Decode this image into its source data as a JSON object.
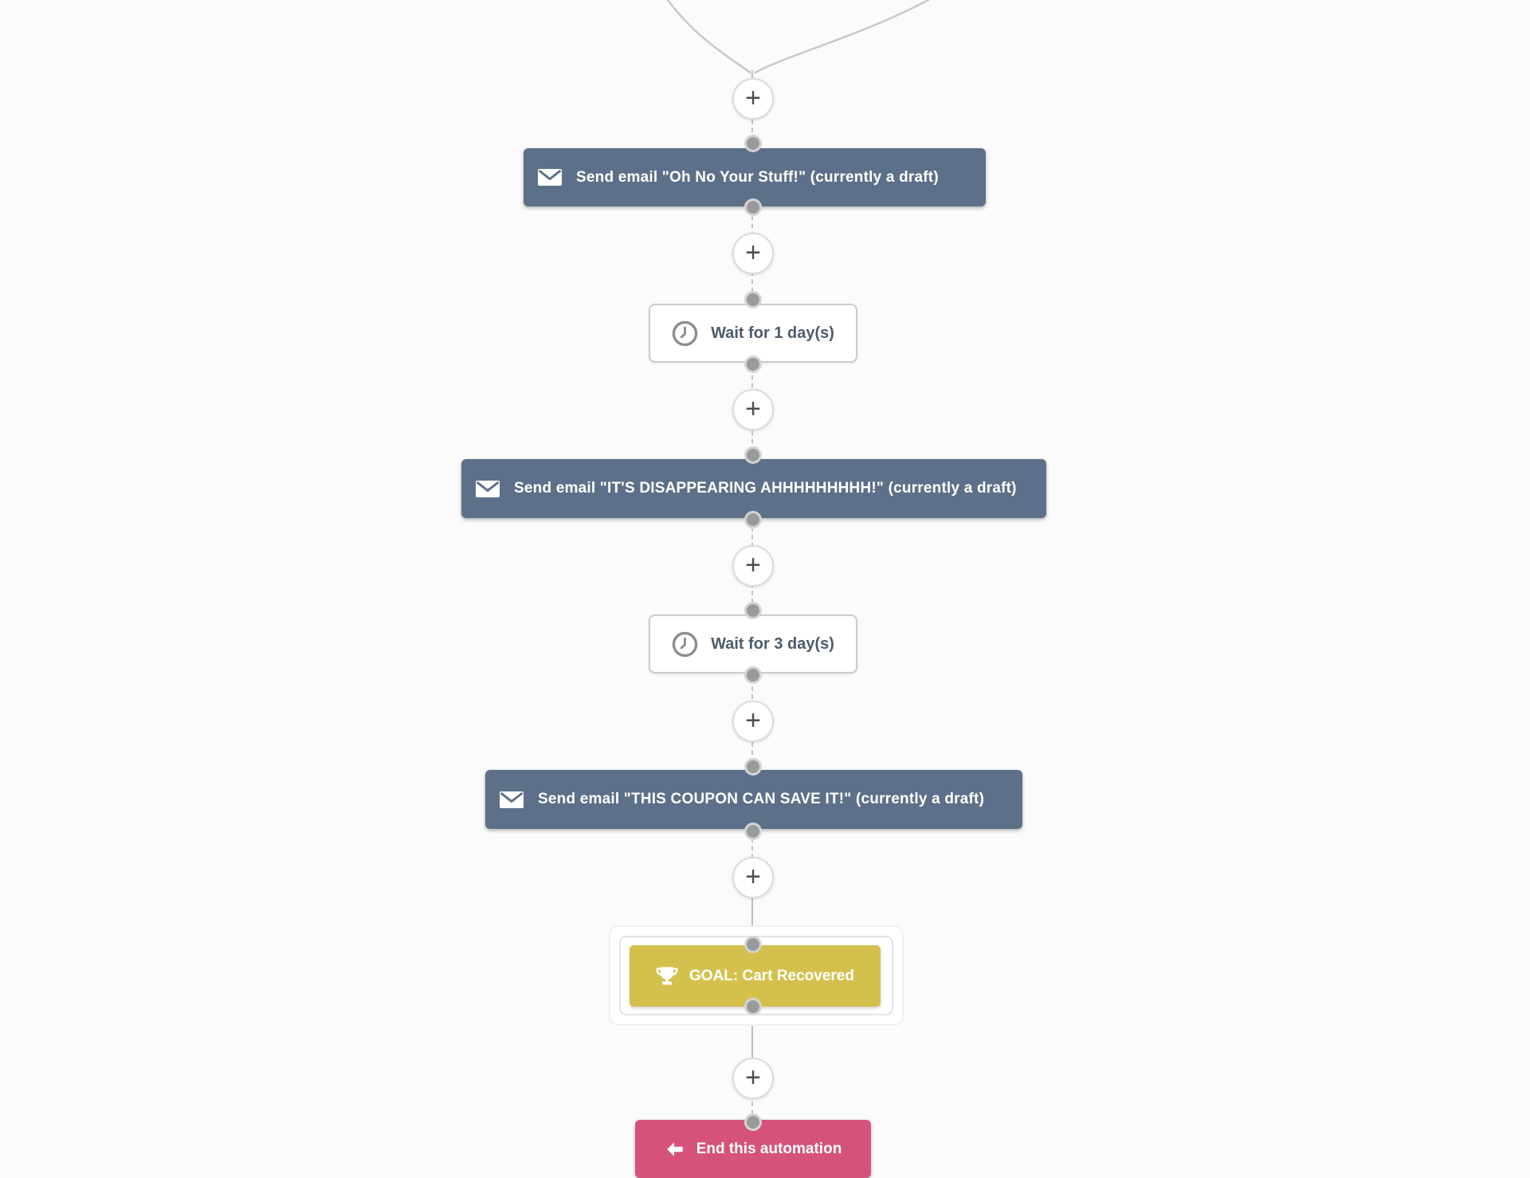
{
  "page": {
    "background": "#fbfbfb",
    "description": "Automation workflow canvas (cart abandonment email sequence)"
  },
  "palette": {
    "email_node_bg": "#5d7089",
    "wait_node_bg": "#ffffff",
    "wait_node_border": "#cccccc",
    "wait_node_text": "#4e5c6b",
    "goal_node_bg": "#d4c14d",
    "end_node_bg": "#d5537a",
    "node_text_light": "#ffffff",
    "connector_line": "#c3c3c3",
    "connector_dot": "#9a9a9a",
    "plus_glyph_color": "#4e4e4e"
  },
  "workflow": {
    "add_step_glyph": "+",
    "nodes": {
      "email1": {
        "type": "send-email",
        "icon": "envelope-icon",
        "label": "Send email \"Oh No Your Stuff!\" (currently a draft)"
      },
      "wait1": {
        "type": "wait",
        "icon": "clock-icon",
        "label": "Wait for 1 day(s)"
      },
      "email2": {
        "type": "send-email",
        "icon": "envelope-icon",
        "label": "Send email \"IT'S DISAPPEARING AHHHHHHHHH!\" (currently a draft)"
      },
      "wait2": {
        "type": "wait",
        "icon": "clock-icon",
        "label": "Wait for 3 day(s)"
      },
      "email3": {
        "type": "send-email",
        "icon": "envelope-icon",
        "label": "Send email \"THIS COUPON CAN SAVE IT!\" (currently a draft)"
      },
      "goal": {
        "type": "goal",
        "icon": "trophy-icon",
        "label": "GOAL: Cart Recovered"
      },
      "end": {
        "type": "end-automation",
        "icon": "exit-arrow-icon",
        "label": "End this automation",
        "note": "partially visible at bottom edge of viewport"
      }
    }
  }
}
